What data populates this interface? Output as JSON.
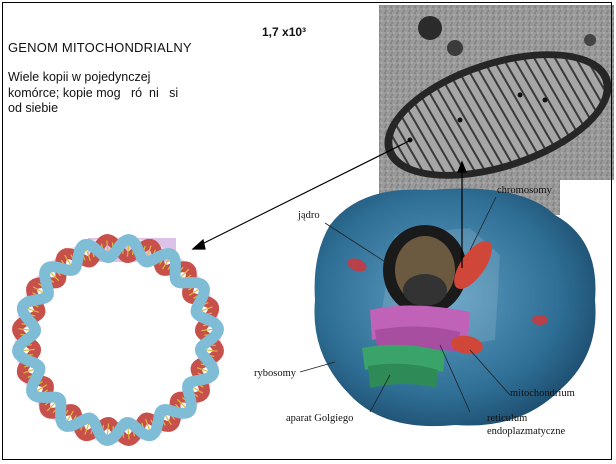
{
  "slide": {
    "title": "GENOM MITOCHONDRIALNY",
    "magnification": "1,7 x10³",
    "description_lines": [
      "Wiele kopii w pojedynczej",
      "komórce; kopie mog   ró  ni   si",
      "od siebie"
    ]
  },
  "cell_labels": {
    "nucleus": "jądro",
    "chromosomes": "chromosomy",
    "ribosomes": "rybosomy",
    "mitochondrion": "mitochondrium",
    "golgi": "aparat Golgiego",
    "er_line1": "reticulum",
    "er_line2": "endoplazmatyczne"
  },
  "colors": {
    "dna_red": "#c8504a",
    "dna_blue": "#7fbcd6",
    "cell_blue": "#2f6f96",
    "er_pink": "#c062b8",
    "golgi_green": "#3aa36a"
  }
}
